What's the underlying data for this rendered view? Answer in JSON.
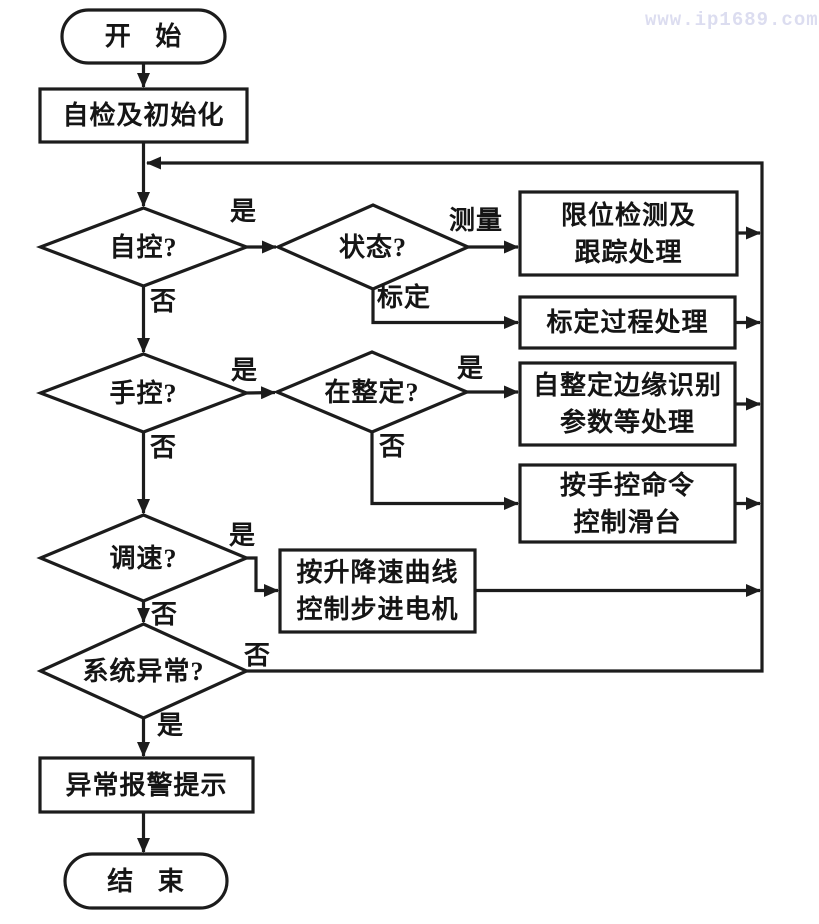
{
  "watermark": {
    "text": "www.ip1689.com"
  },
  "flowchart": {
    "nodes": {
      "start": {
        "label": "开 始"
      },
      "init": {
        "label": "自检及初始化"
      },
      "auto_check": {
        "label": "自控?"
      },
      "status_check": {
        "label": "状态?"
      },
      "limit_detect": {
        "line1": "限位检测及",
        "line2": "跟踪处理"
      },
      "calibration": {
        "label": "标定过程处理"
      },
      "manual_check": {
        "label": "手控?"
      },
      "tuning_check": {
        "label": "在整定?"
      },
      "self_tuning": {
        "line1": "自整定边缘识别",
        "line2": "参数等处理"
      },
      "manual_cmd": {
        "line1": "按手控命令",
        "line2": "控制滑台"
      },
      "speed_check": {
        "label": "调速?"
      },
      "stepper_ctrl": {
        "line1": "按升降速曲线",
        "line2": "控制步进电机"
      },
      "error_check": {
        "label": "系统异常?"
      },
      "alarm": {
        "label": "异常报警提示"
      },
      "end": {
        "label": "结 束"
      }
    },
    "edge_labels": {
      "yes": "是",
      "no": "否",
      "measure": "测量",
      "calibrate": "标定"
    },
    "colors": {
      "line": "#1c1c1c",
      "node_fill": "#ffffff",
      "watermark": "#dcddf0"
    }
  }
}
